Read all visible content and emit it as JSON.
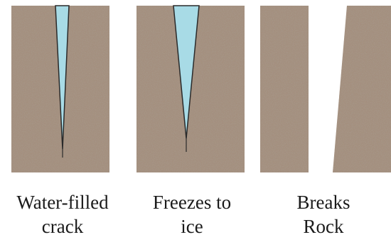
{
  "stages": [
    {
      "line1": "Water-filled",
      "line2": "crack"
    },
    {
      "line1": "Freezes to",
      "line2": "ice"
    },
    {
      "line1": "Breaks",
      "line2": "Rock"
    }
  ],
  "colors": {
    "rock": "#9c8776",
    "rock_dark": "#6e5a4c",
    "rock_light": "#c9baa8",
    "water": "#a8dbe6",
    "outline": "#2a2a2a"
  }
}
